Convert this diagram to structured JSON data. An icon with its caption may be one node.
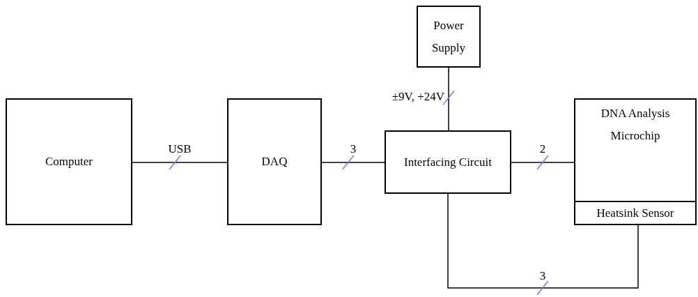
{
  "diagram": {
    "nodes": [
      {
        "text": [
          "Computer"
        ]
      },
      {
        "text": [
          "DAQ"
        ]
      },
      {
        "text": [
          "Power Supply"
        ]
      },
      {
        "text": [
          "Interfacing Circuit"
        ]
      },
      {
        "text": [
          "DNA Analysis Microchip"
        ]
      },
      {
        "text": [
          "Heatsink Sensor"
        ],
        "in": 4
      }
    ],
    "edges": [
      {
        "from": 0,
        "to": 1,
        "arrow": "none",
        "label": "USB"
      },
      {
        "from": 1,
        "to": 3,
        "arrow": "none",
        "label": "3"
      },
      {
        "from": 2,
        "to": 3,
        "arrow": "none",
        "label": "±9V, +24V"
      },
      {
        "from": 3,
        "to": 4,
        "arrow": "none",
        "label": "2"
      },
      {
        "from": 3,
        "to": 5,
        "arrow": "none",
        "label": "3"
      }
    ]
  }
}
